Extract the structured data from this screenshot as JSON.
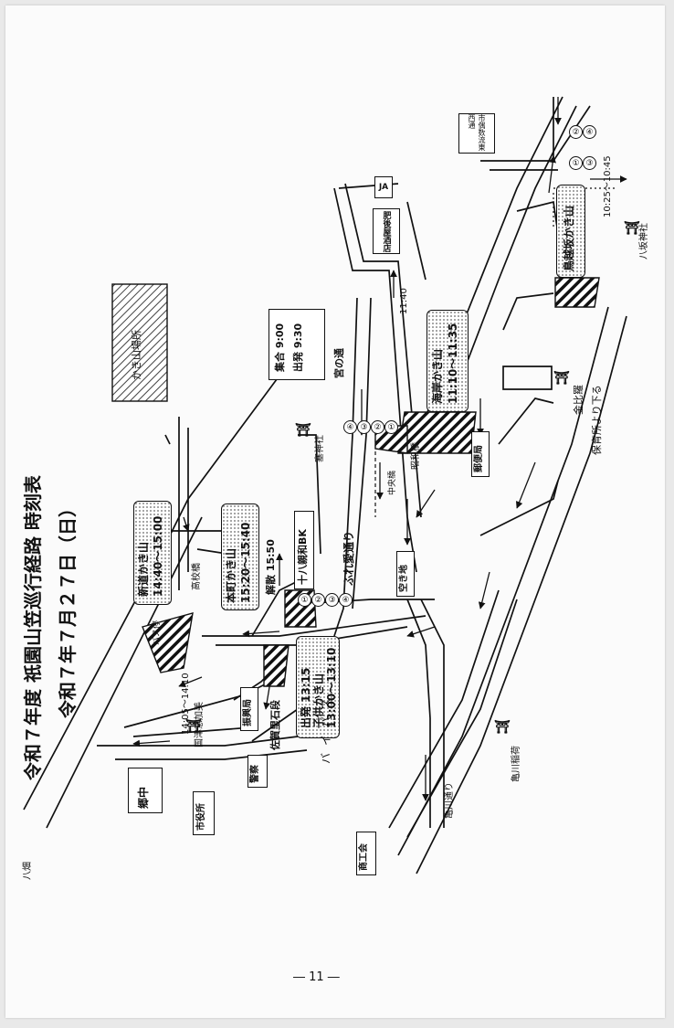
{
  "title": {
    "line1": "令和７年度 祇園山笠巡行経路 時刻表",
    "line2": "令和７年７月２７日（日）"
  },
  "legend": {
    "label": "かき山場所"
  },
  "page_number": "― 11 ―",
  "assembly": {
    "gather_label": "集合",
    "gather_time": "9:00",
    "depart_label": "出発",
    "depart_time": "9:30"
  },
  "floats": {
    "kodomo": {
      "name": "子供かき山",
      "time": "13:00～13:10"
    },
    "shinmichi": {
      "name": "新道かき山",
      "time": "14:40～15:00"
    },
    "honmachi": {
      "name": "本町かき山",
      "time": "15:20～15:40"
    },
    "kaigan": {
      "name": "海岸かき山",
      "time": "11:10～11:35"
    },
    "torigoezaka": {
      "name": "鳥越坂かき山",
      "time": ""
    }
  },
  "labels": {
    "kaisan": "解散 15:50",
    "shuppatsu": "出発 13:15",
    "sagari": "佐賀里石段",
    "kokutsu": "国津意加美",
    "kokutsu_time": "14:05～14:10",
    "yasaka_time": "10:25～10:45",
    "yasaka": "八坂神社",
    "konpira": "金比羅",
    "hoikusho": "保育所より下る",
    "kamegawa_inari": "亀川稲荷",
    "kamegawa_dori": "亀川通り",
    "sai_jinja": "塞神社",
    "miya_no_dori": "宮の通",
    "showa_bashi": "昭和橋",
    "chuo_bashi": "中央橋",
    "koukou_bashi": "高校橋",
    "fureai_dori": "ふれ愛通り",
    "bypass": "バイパス",
    "yatsu": "八畑",
    "time_1140": "11:40",
    "bus_stop": "バス停",
    "shichuusuu": "市偶数流東西通"
  },
  "boxes": {
    "ja": "JA",
    "higo": "肥後屋酒店",
    "akichi": "空き地",
    "juhachi": "十八親和BK",
    "yubinkyoku": "郵便局",
    "shinkoukyoku": "振興局",
    "keisatsu": "警察",
    "shiyakusho": "市役所",
    "kyoudou": "郷中",
    "shoukoukai": "商工会"
  },
  "route_numbers": [
    "①",
    "②",
    "③",
    "④"
  ]
}
